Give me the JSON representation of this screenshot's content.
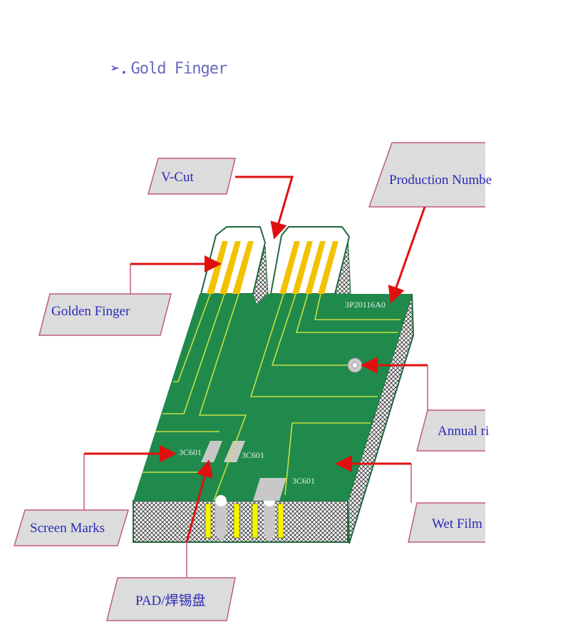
{
  "title": {
    "bullet": "➢.",
    "text": "Gold Finger"
  },
  "labels": {
    "v_cut": "V-Cut",
    "production_number": "Production Numbe",
    "golden_finger": "Golden Finger",
    "annual_ring": "Annual ri",
    "screen_marks": "Screen Marks",
    "wet_film": "Wet Film",
    "pad": "PAD/焊锡盘"
  },
  "board_marks": {
    "production_code": "3P20116A0",
    "silkscreen_1": "3C601",
    "silkscreen_2": "3C601",
    "silkscreen_3": "3C601"
  },
  "colors": {
    "board": "#1f8a4c",
    "gold": "#f2c200",
    "trace": "#c8e040",
    "arrow": "#e01010",
    "label_fill": "#dcdcdc",
    "label_border": "#c05a80"
  }
}
